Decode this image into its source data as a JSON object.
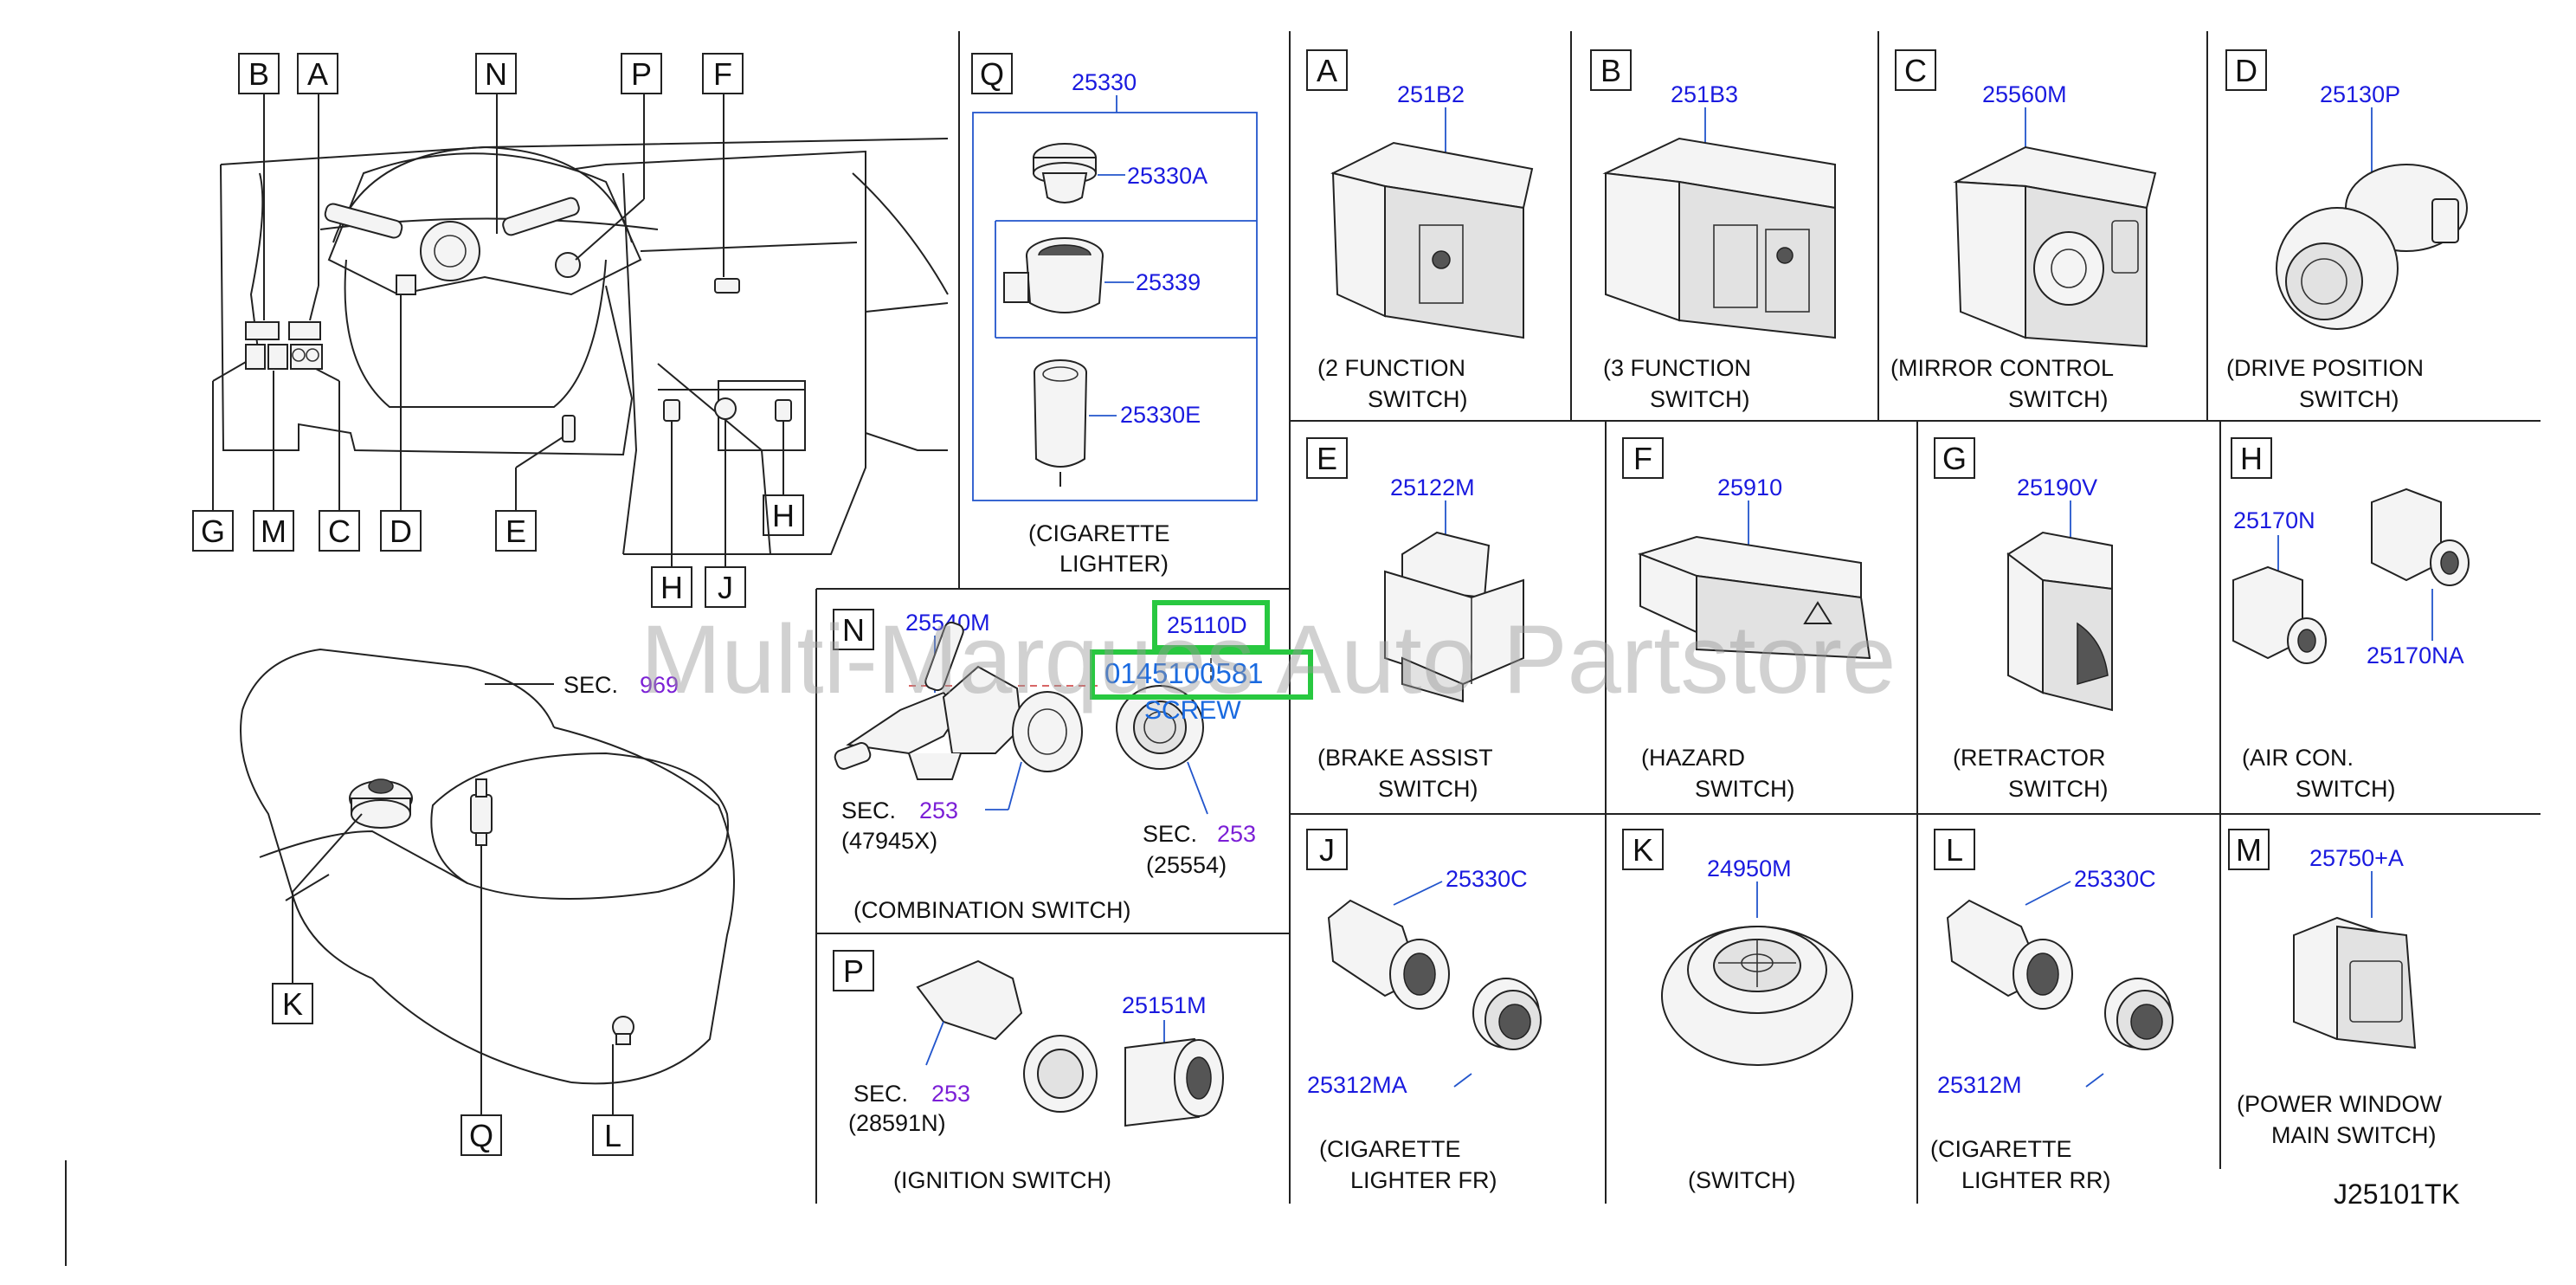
{
  "watermark": "Multi-Marques Auto Partstore",
  "diagram_code": "J25101TK",
  "overview_labels": {
    "B": "B",
    "A": "A",
    "N": "N",
    "P": "P",
    "F": "F",
    "G": "G",
    "M": "M",
    "C": "C",
    "D": "D",
    "E": "E",
    "H1": "H",
    "H2": "H",
    "J": "J",
    "K": "K",
    "Q": "Q",
    "L": "L"
  },
  "sec_969": {
    "prefix": "SEC.",
    "num": "969"
  },
  "panels": {
    "Q": {
      "letter": "Q",
      "main": "25330",
      "p1": "25330A",
      "p2": "25339",
      "p3": "25330E",
      "cap1": "(CIGARETTE",
      "cap2": "LIGHTER)"
    },
    "N": {
      "letter": "N",
      "p1": "25540M",
      "p2": "25110D",
      "highlight": "0145100581",
      "screw": "SCREW",
      "sec_a": "SEC.",
      "sec_a_num": "253",
      "sec_a_ref": "(47945X)",
      "sec_b": "SEC.",
      "sec_b_num": "253",
      "sec_b_ref": "(25554)",
      "cap": "(COMBINATION   SWITCH)"
    },
    "P": {
      "letter": "P",
      "p1": "25151M",
      "sec": "SEC.",
      "sec_num": "253",
      "sec_ref": "(28591N)",
      "cap": "(IGNITION   SWITCH)"
    },
    "A": {
      "letter": "A",
      "pn": "251B2",
      "cap1": "(2   FUNCTION",
      "cap2": "SWITCH)"
    },
    "B": {
      "letter": "B",
      "pn": "251B3",
      "cap1": "(3   FUNCTION",
      "cap2": "SWITCH)"
    },
    "C": {
      "letter": "C",
      "pn": "25560M",
      "cap1": "(MIRROR   CONTROL",
      "cap2": "SWITCH)"
    },
    "D": {
      "letter": "D",
      "pn": "25130P",
      "cap1": "(DRIVE   POSITION",
      "cap2": "SWITCH)"
    },
    "E": {
      "letter": "E",
      "pn": "25122M",
      "cap1": "(BRAKE   ASSIST",
      "cap2": "SWITCH)"
    },
    "F": {
      "letter": "F",
      "pn": "25910",
      "cap1": "(HAZARD",
      "cap2": "SWITCH)"
    },
    "G": {
      "letter": "G",
      "pn": "25190V",
      "cap1": "(RETRACTOR",
      "cap2": "SWITCH)"
    },
    "H": {
      "letter": "H",
      "pn1": "25170N",
      "pn2": "25170NA",
      "cap1": "(AIR   CON.",
      "cap2": "SWITCH)"
    },
    "J": {
      "letter": "J",
      "pn1": "25330C",
      "pn2": "25312MA",
      "cap1": "(CIGARETTE",
      "cap2": "LIGHTER   FR)"
    },
    "K": {
      "letter": "K",
      "pn": "24950M",
      "cap": "(SWITCH)"
    },
    "L": {
      "letter": "L",
      "pn1": "25330C",
      "pn2": "25312M",
      "cap1": "(CIGARETTE",
      "cap2": "LIGHTER   RR)"
    },
    "M": {
      "letter": "M",
      "pn": "25750+A",
      "cap1": "(POWER   WINDOW",
      "cap2": "MAIN   SWITCH)"
    }
  }
}
